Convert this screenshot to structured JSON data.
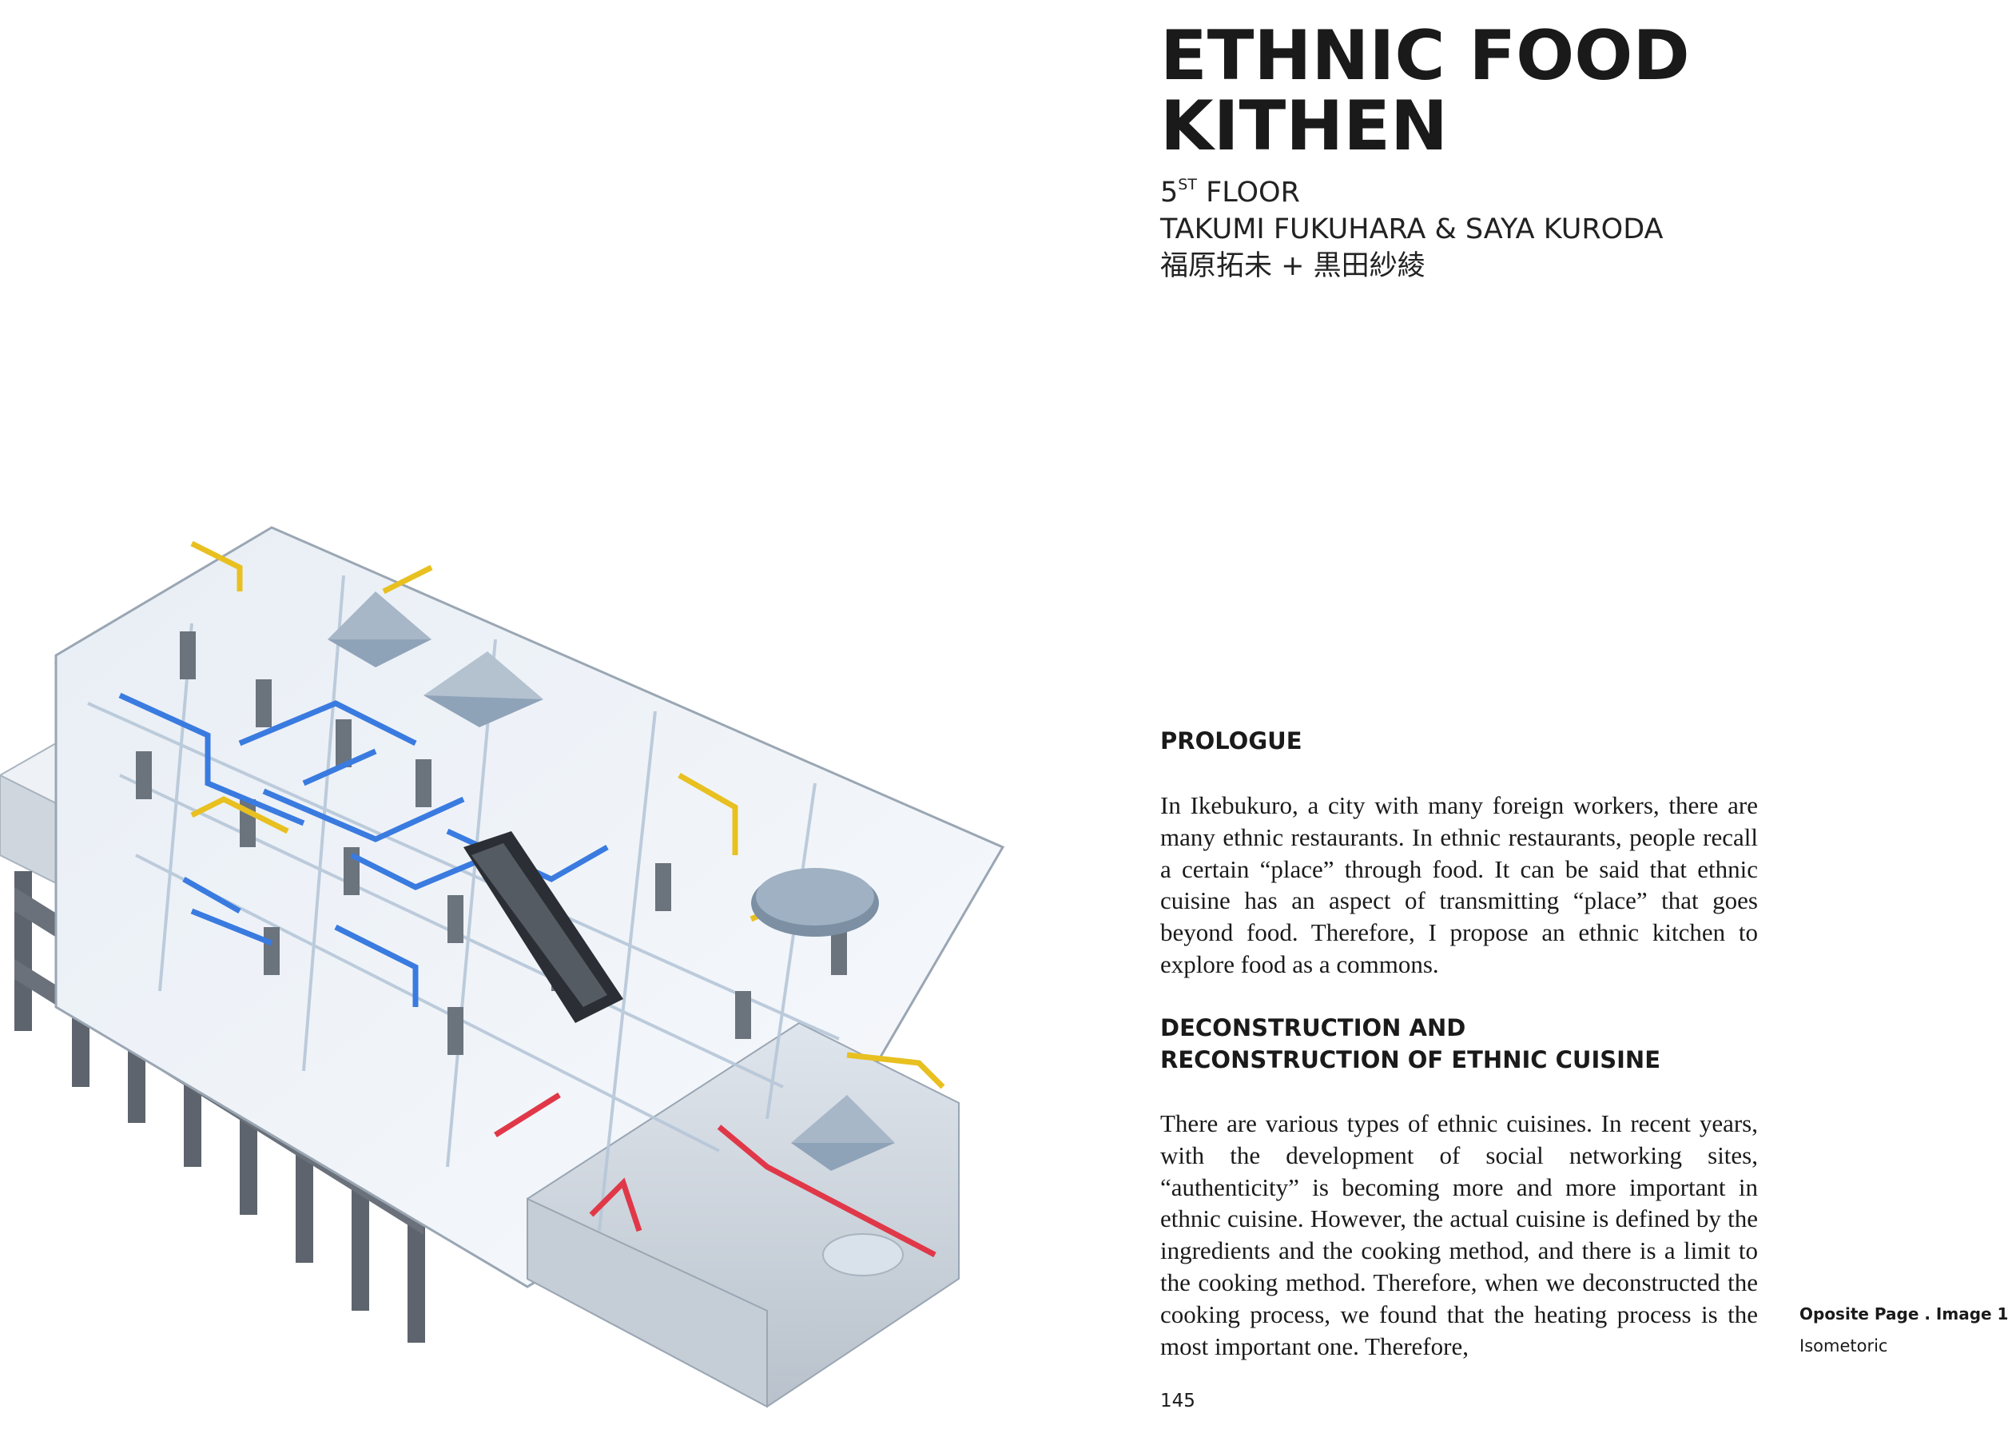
{
  "title": {
    "line1": "ETHNIC FOOD",
    "line2": "KITHEN"
  },
  "meta": {
    "floor_number": "5",
    "floor_suffix": "ST",
    "floor_label": "FLOOR",
    "authors": "TAKUMI FUKUHARA & SAYA KURODA",
    "authors_jp": "福原拓未 + 黒田紗綾"
  },
  "sections": {
    "prologue": {
      "heading": "PROLOGUE",
      "body": "In Ikebukuro, a city with many foreign workers, there are many ethnic restaurants. In ethnic restaurants, people recall a certain “place” through food. It can be said that ethnic cuisine has an aspect of transmitting “place” that goes beyond food. Therefore, I propose an ethnic kitchen to explore food as a commons."
    },
    "deconstruction": {
      "heading_line1": "DECONSTRUCTION AND",
      "heading_line2": "RECONSTRUCTION OF ETHNIC CUISINE",
      "body": "There are various types of ethnic cuisines. In recent years, with the development of social networking sites, “authenticity” is becoming more and more important in ethnic cuisine. However, the actual cuisine is defined by the ingredients and the cooking method, and there is a limit to the cooking method. Therefore, when we deconstructed the cooking process, we found that the heating process is the most important one. Therefore,"
    }
  },
  "caption": {
    "title": "Oposite Page . Image 1",
    "subtitle": "Isometoric"
  },
  "page_number": "145",
  "illustration": {
    "icon": "isometric-building-drawing",
    "colors": {
      "blue_ducts": "#3a7be0",
      "yellow_ducts": "#e8c020",
      "red_ducts": "#e03848",
      "glass": "#c9d6e3",
      "structure": "#5a6068"
    }
  }
}
